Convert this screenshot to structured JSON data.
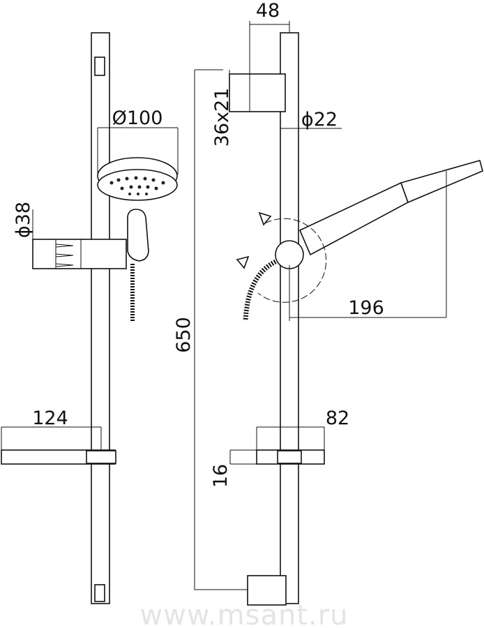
{
  "dimensions": {
    "bracket_width": "48",
    "wall_mount_size": "36x21",
    "rail_diameter": "ϕ22",
    "head_diameter": "Ø100",
    "slider_diameter": "ϕ38",
    "handset_reach": "196",
    "rail_length": "650",
    "shelf_width": "124",
    "shelf_depth": "82",
    "shelf_thickness": "16"
  },
  "watermark": "www.msant.ru"
}
